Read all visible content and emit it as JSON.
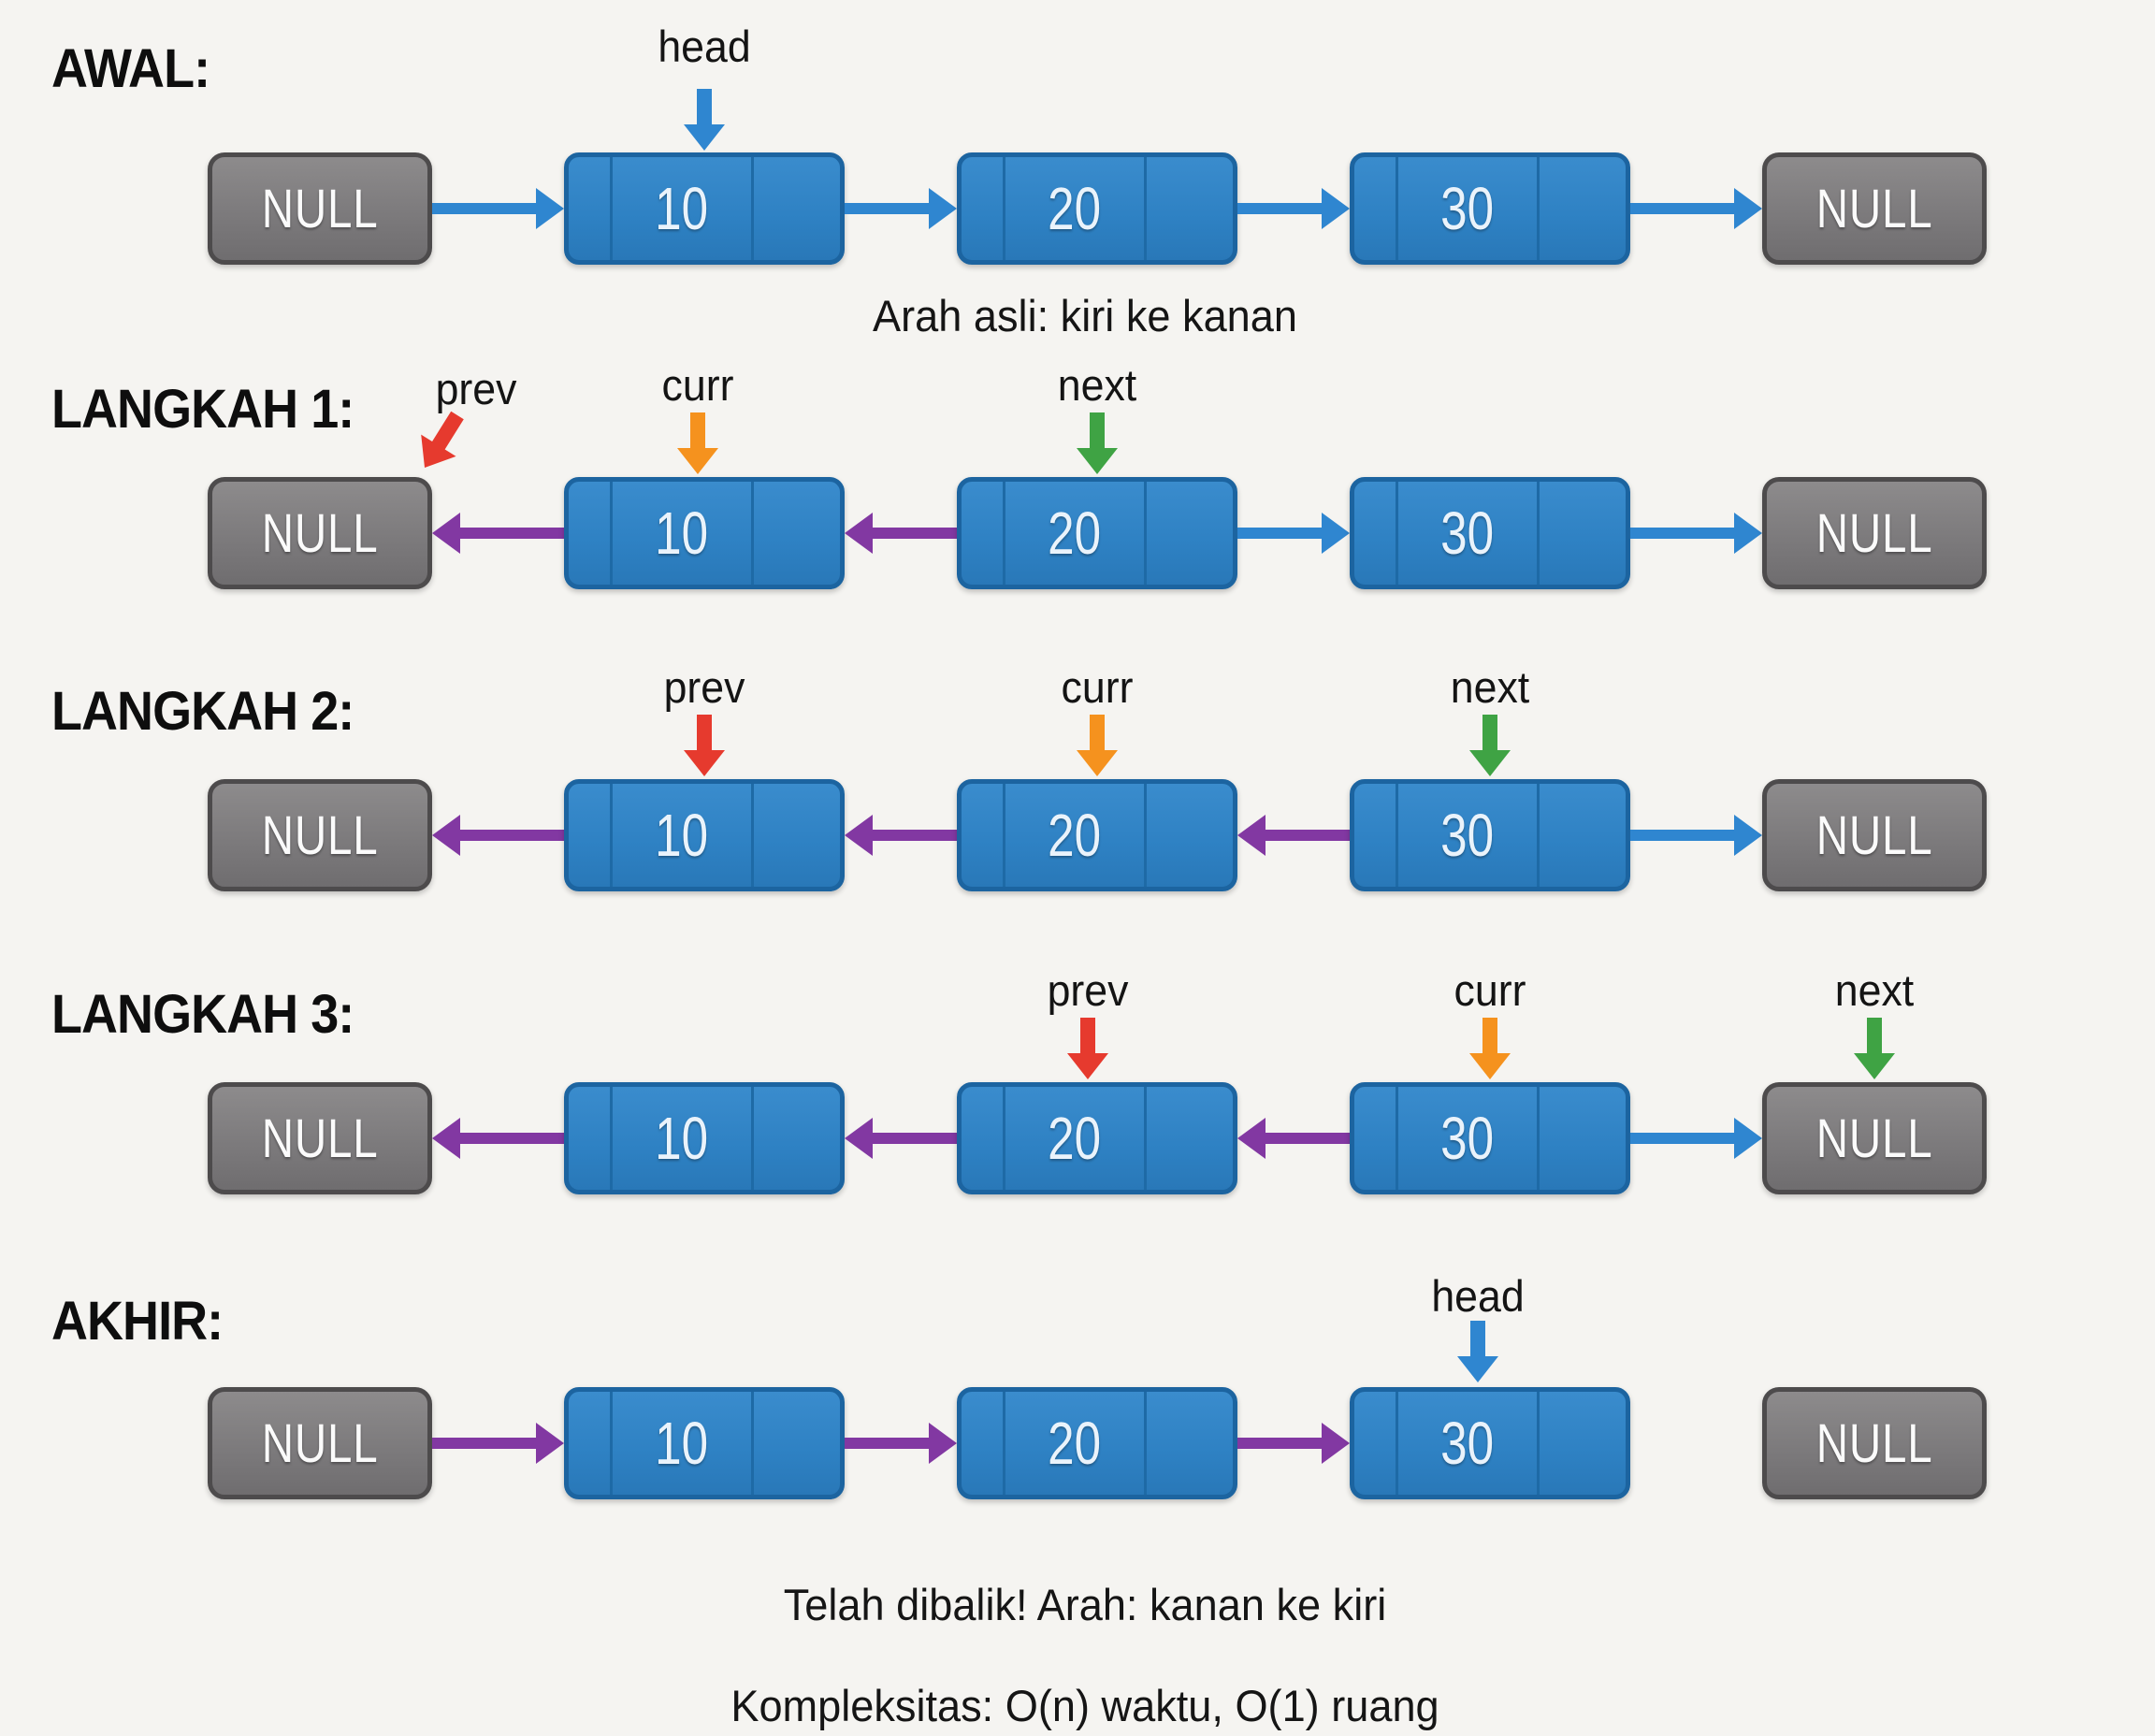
{
  "colors": {
    "bg": "#f5f4f1",
    "ink": "#0e0e0e",
    "node_border": "#1c64a0",
    "node_divider": "#1e6aa6",
    "null_border": "#4d4b4c",
    "arrow_blue": "#2f86d0",
    "arrow_purple": "#8238a2",
    "arrow_red": "#e63a2e",
    "arrow_orange": "#f5921e",
    "arrow_green": "#3fa344"
  },
  "rows": {
    "awal": {
      "label": "AWAL:",
      "pointers": [
        "head"
      ],
      "nodes": [
        "NULL",
        "10",
        "20",
        "30",
        "NULL"
      ],
      "caption": "Arah asli: kiri ke kanan"
    },
    "l1": {
      "label": "LANGKAH 1:",
      "pointers": [
        "prev",
        "curr",
        "next"
      ],
      "nodes": [
        "NULL",
        "10",
        "20",
        "30",
        "NULL"
      ]
    },
    "l2": {
      "label": "LANGKAH 2:",
      "pointers": [
        "prev",
        "curr",
        "next"
      ],
      "nodes": [
        "NULL",
        "10",
        "20",
        "30",
        "NULL"
      ]
    },
    "l3": {
      "label": "LANGKAH 3:",
      "pointers": [
        "prev",
        "curr",
        "next"
      ],
      "nodes": [
        "NULL",
        "10",
        "20",
        "30",
        "NULL"
      ]
    },
    "akhir": {
      "label": "AKHIR:",
      "pointers": [
        "head"
      ],
      "nodes": [
        "NULL",
        "10",
        "20",
        "30",
        "NULL"
      ]
    }
  },
  "footer": {
    "line1": "Telah dibalik! Arah: kanan ke kiri",
    "line2": "Kompleksitas: O(n) waktu, O(1) ruang"
  }
}
